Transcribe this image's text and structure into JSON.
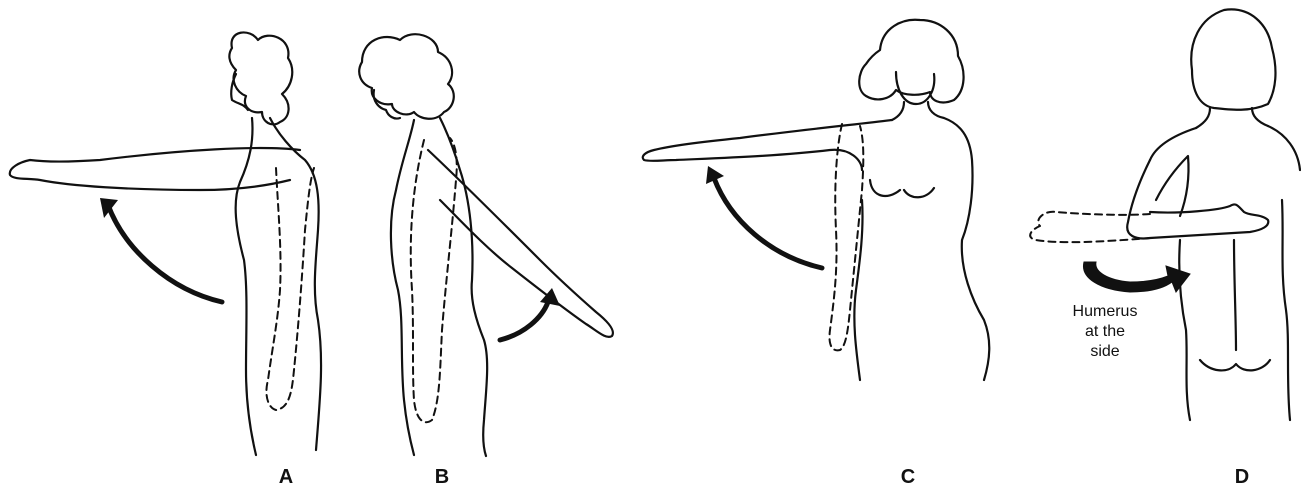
{
  "panels": [
    {
      "id": "A",
      "label": "A"
    },
    {
      "id": "B",
      "label": "B"
    },
    {
      "id": "C",
      "label": "C"
    },
    {
      "id": "D",
      "label": "D"
    }
  ],
  "annotation": {
    "line1": "Humerus",
    "line2": "at the",
    "line3": "side"
  },
  "colors": {
    "ink": "#111111",
    "background": "#ffffff"
  }
}
